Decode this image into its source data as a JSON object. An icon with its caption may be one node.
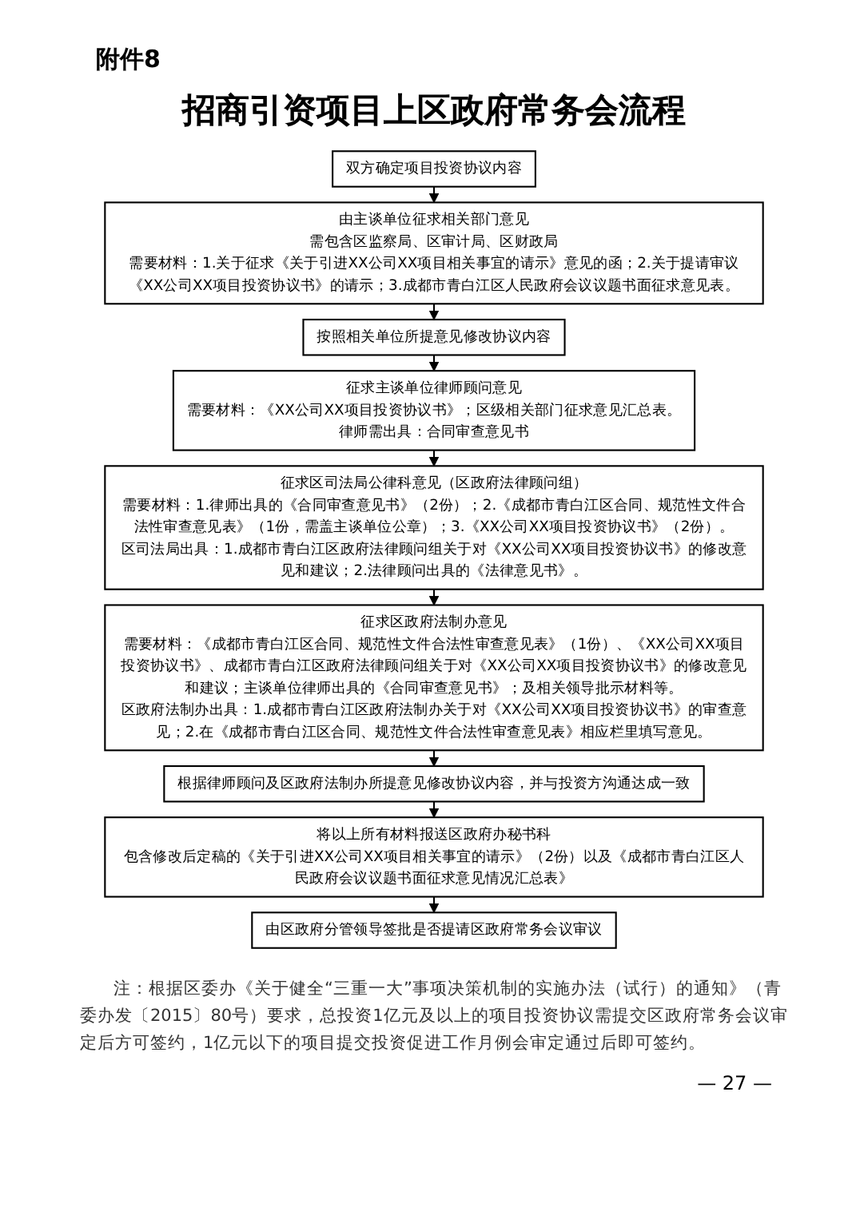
{
  "diagram": {
    "title": "招商引资项目上区政府常务会流程",
    "nodes": [
      {
        "text": [
          "双方确定项目投资协议内容"
        ]
      },
      {
        "text": [
          "由主谈单位征求相关部门意见",
          "需包含区监察局、区审计局、区财政局",
          "需要材料：1.关于征求《关于引进XX公司XX项目相关事宜的请示》意见的函；2.关于提请审议《XX公司XX项目投资协议书》的请示；3.成都市青白江区人民政府会议议题书面征求意见表。"
        ]
      },
      {
        "text": [
          "按照相关单位所提意见修改协议内容"
        ]
      },
      {
        "text": [
          "征求主谈单位律师顾问意见",
          "需要材料：《XX公司XX项目投资协议书》；区级相关部门征求意见汇总表。",
          "律师需出具：合同审查意见书"
        ]
      },
      {
        "text": [
          "征求区司法局公律科意见（区政府法律顾问组）",
          "需要材料：1.律师出具的《合同审查意见书》（2份）；2.《成都市青白江区合同、规范性文件合法性审查意见表》（1份，需盖主谈单位公章）；3.《XX公司XX项目投资协议书》（2份）。",
          "区司法局出具：1.成都市青白江区政府法律顾问组关于对《XX公司XX项目投资协议书》的修改意见和建议；2.法律顾问出具的《法律意见书》。"
        ]
      },
      {
        "text": [
          "征求区政府法制办意见",
          "需要材料：《成都市青白江区合同、规范性文件合法性审查意见表》（1份）、《XX公司XX项目投资协议书》、成都市青白江区政府法律顾问组关于对《XX公司XX项目投资协议书》的修改意见和建议；主谈单位律师出具的《合同审查意见书》；及相关领导批示材料等。",
          "区政府法制办出具：1.成都市青白江区政府法制办关于对《XX公司XX项目投资协议书》的审查意见；2.在《成都市青白江区合同、规范性文件合法性审查意见表》相应栏里填写意见。"
        ]
      },
      {
        "text": [
          "根据律师顾问及区政府法制办所提意见修改协议内容，并与投资方沟通达成一致"
        ]
      },
      {
        "text": [
          "将以上所有材料报送区政府办秘书科",
          "包含修改后定稿的《关于引进XX公司XX项目相关事宜的请示》（2份）以及《成都市青白江区人民政府会议议题书面征求意见情况汇总表》"
        ]
      },
      {
        "text": [
          "由区政府分管领导签批是否提请区政府常务会议审议"
        ]
      }
    ],
    "edges": [
      {
        "from": 0,
        "to": 1,
        "arrow": "to"
      },
      {
        "from": 1,
        "to": 2,
        "arrow": "to"
      },
      {
        "from": 2,
        "to": 3,
        "arrow": "to"
      },
      {
        "from": 3,
        "to": 4,
        "arrow": "to"
      },
      {
        "from": 4,
        "to": 5,
        "arrow": "to"
      },
      {
        "from": 5,
        "to": 6,
        "arrow": "to"
      },
      {
        "from": 6,
        "to": 7,
        "arrow": "to"
      },
      {
        "from": 7,
        "to": 8,
        "arrow": "to"
      }
    ],
    "labels": [
      "附件8",
      "注：根据区委办《关于健全“三重一大”事项决策机制的实施办法（试行）的通知》（青委办发〔2015〕80号）要求，总投资1亿元及以上的项目投资协议需提交区政府常务会议审定后方可签约，1亿元以下的项目提交投资促进工作月例会审定通过后即可签约。",
      "— 27 —"
    ]
  }
}
